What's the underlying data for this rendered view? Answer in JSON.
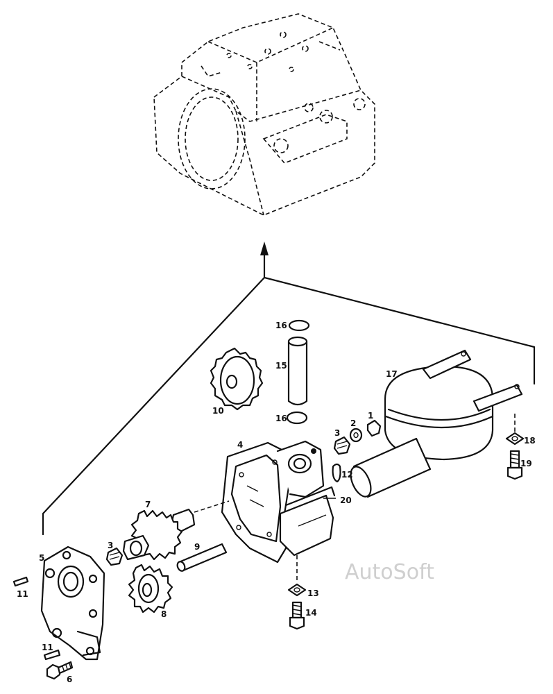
{
  "watermark": "AutoSoft",
  "callouts": {
    "c1": "1",
    "c2": "2",
    "c3a": "3",
    "c3b": "3",
    "c4": "4",
    "c5": "5",
    "c6": "6",
    "c7": "7",
    "c8": "8",
    "c9": "9",
    "c10": "10",
    "c11a": "11",
    "c11b": "11",
    "c12": "12",
    "c13": "13",
    "c14": "14",
    "c15": "15",
    "c16a": "16",
    "c16b": "16",
    "c17": "17",
    "c18": "18",
    "c19": "19",
    "c20": "20"
  }
}
